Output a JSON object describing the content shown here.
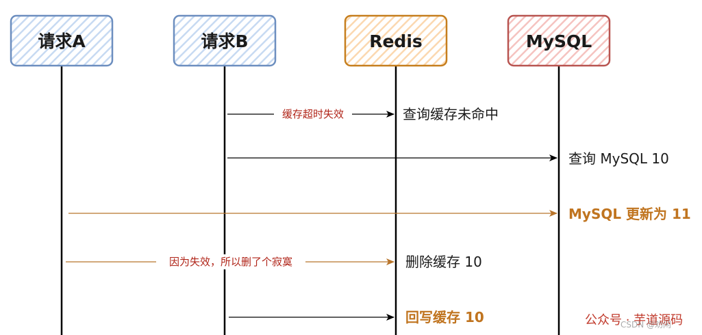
{
  "participants": {
    "req_a": "请求A",
    "req_b": "请求B",
    "redis": "Redis",
    "mysql": "MySQL"
  },
  "messages": {
    "m1_arrow": "缓存超时失效",
    "m1_note": "查询缓存未命中",
    "m2_note": "查询 MySQL 10",
    "m3_note": "MySQL 更新为 11",
    "m4_arrow": "因为失效，所以删了个寂寞",
    "m4_note": "删除缓存 10",
    "m5_note": "回写缓存 10"
  },
  "watermark": {
    "main": "公众号 · 芋道源码",
    "csdn": "CSDN @劝闲"
  },
  "colors": {
    "blue_fill": "#dae8fc",
    "blue_stroke": "#6c8ebf",
    "orange_fill": "#ffe6cc",
    "orange_stroke": "#c67e1d",
    "red_fill": "#f8cecc",
    "red_stroke": "#b85450",
    "dark_red_text": "#b02418",
    "orange_text": "#c0741f"
  }
}
